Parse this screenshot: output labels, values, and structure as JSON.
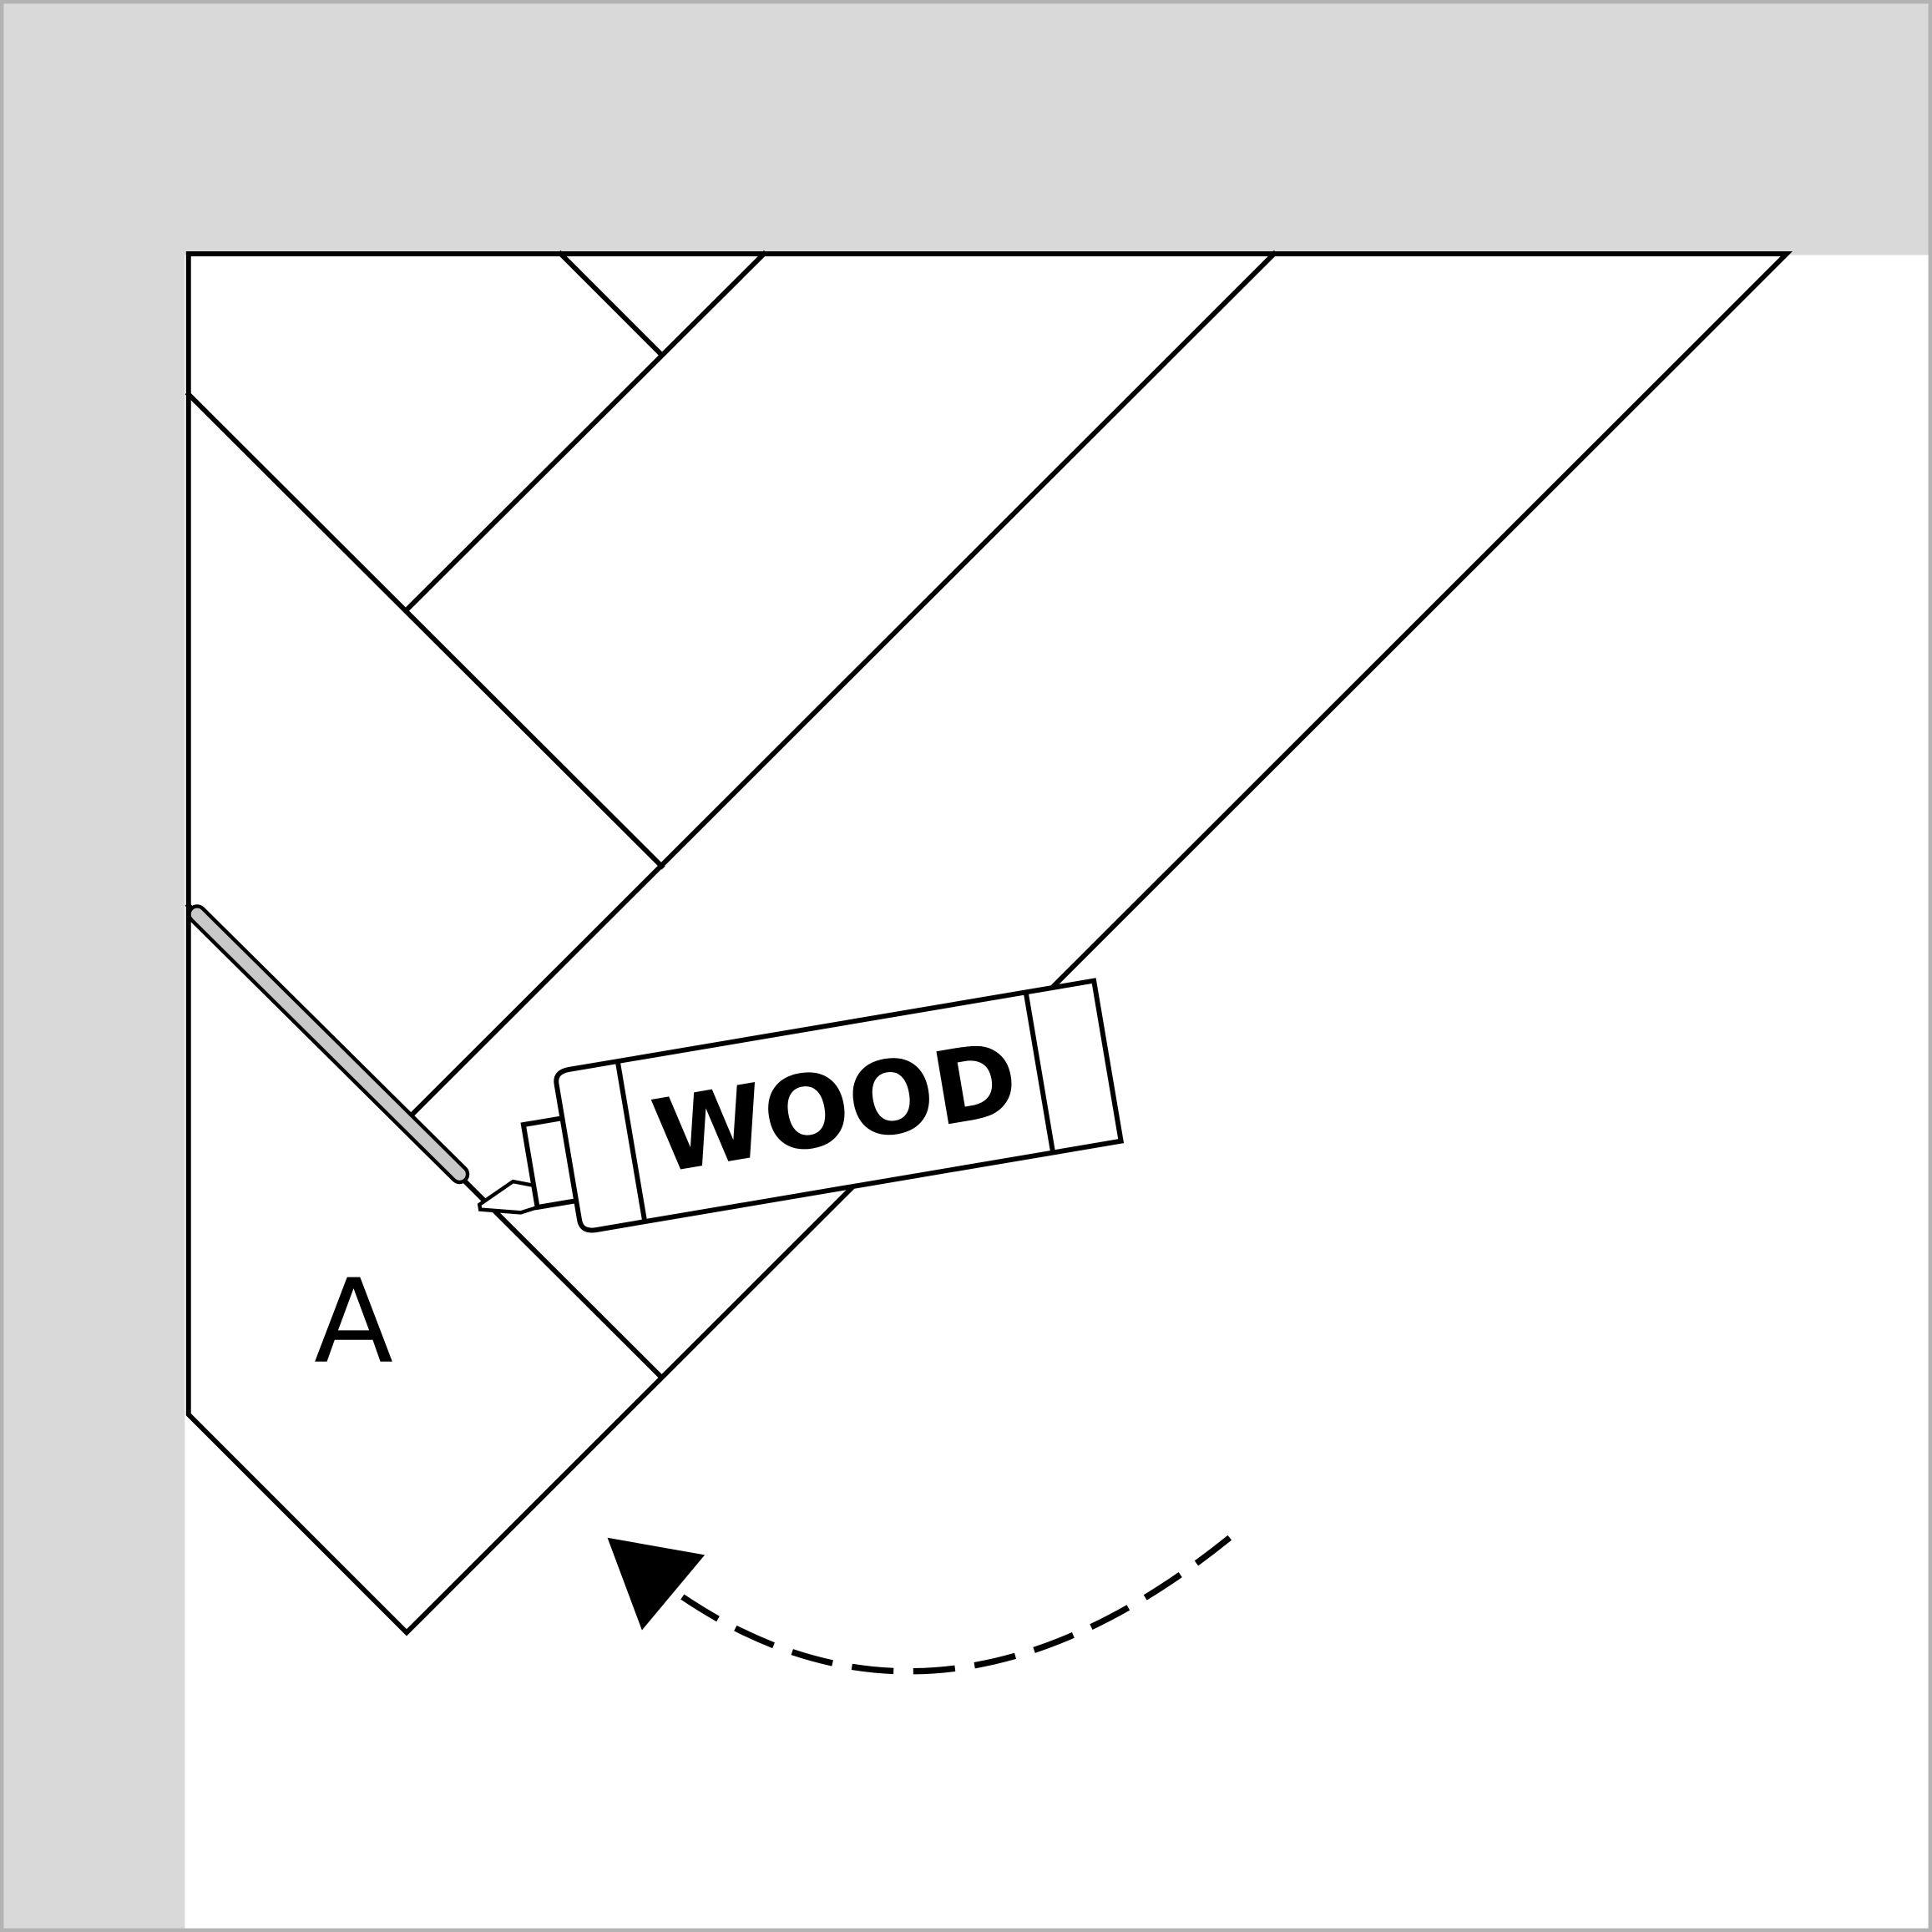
{
  "diagram": {
    "piece_label": "A",
    "tube_label": "WOOD",
    "icons": [
      "glue-tube-icon",
      "glue-bead",
      "rotate-arrow-icon"
    ],
    "colors": {
      "frame": "#d9d9d9",
      "border": "#b3b3b3",
      "line": "#000000",
      "glue": "#c8c8c8"
    }
  }
}
